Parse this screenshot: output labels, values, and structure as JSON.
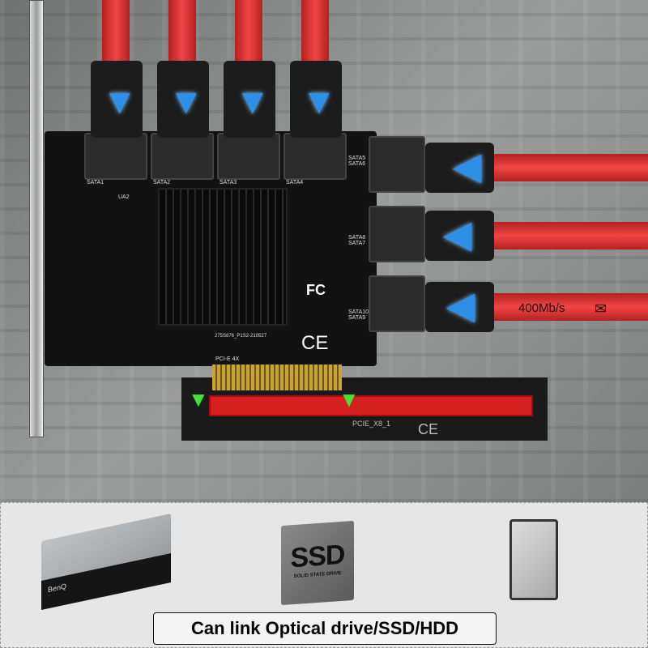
{
  "card": {
    "sata_labels": [
      "SATA1",
      "SATA2",
      "SATA3",
      "SATA4"
    ],
    "side_labels": [
      "SATA5 SATA6",
      "SATA8 SATA7",
      "SATA10 SATA9"
    ],
    "chip_label": "UA2",
    "fc_mark": "FC",
    "ce_mark": "CE",
    "interface_label": "PCI-E 4X",
    "serial": "275S876_P1S2-210527"
  },
  "slot": {
    "label": "PCIE_X8_1",
    "ce_mark": "CE"
  },
  "speed": {
    "text": "400Mb/s",
    "icon": "envelope-icon"
  },
  "devices": {
    "optical_brand": "BenQ",
    "ssd_title": "SSD",
    "ssd_subtitle": "SOLID STATE DRIVE"
  },
  "caption": "Can link Optical drive/SSD/HDD",
  "colors": {
    "cable": "#e83a3a",
    "arrow": "#2e8fe6",
    "slot": "#d62020",
    "pcb": "#121212"
  }
}
